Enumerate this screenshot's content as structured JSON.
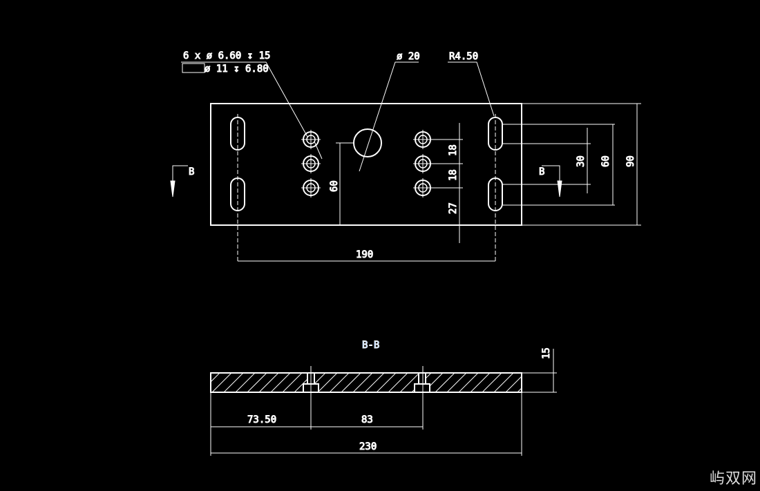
{
  "top_view": {
    "hole_callout_line1": "6 x ø  6.60 ↧ 15",
    "hole_callout_line2": "ø  11 ↧ 6.80",
    "big_hole_dim": "ø 20",
    "slot_radius_dim": "R4.50",
    "dim_190": "190",
    "dim_60_left": "60",
    "dim_18_a": "18",
    "dim_18_b": "18",
    "dim_27": "27",
    "dim_30": "30",
    "dim_60_right": "60",
    "dim_90": "90",
    "section_mark_left": "B",
    "section_mark_right": "B"
  },
  "section_view": {
    "title": "B-B",
    "title_color": "#1e7fff",
    "dim_73_50": "73.50",
    "dim_83": "83",
    "dim_230": "230",
    "dim_15": "15"
  },
  "watermark": "屿双网"
}
